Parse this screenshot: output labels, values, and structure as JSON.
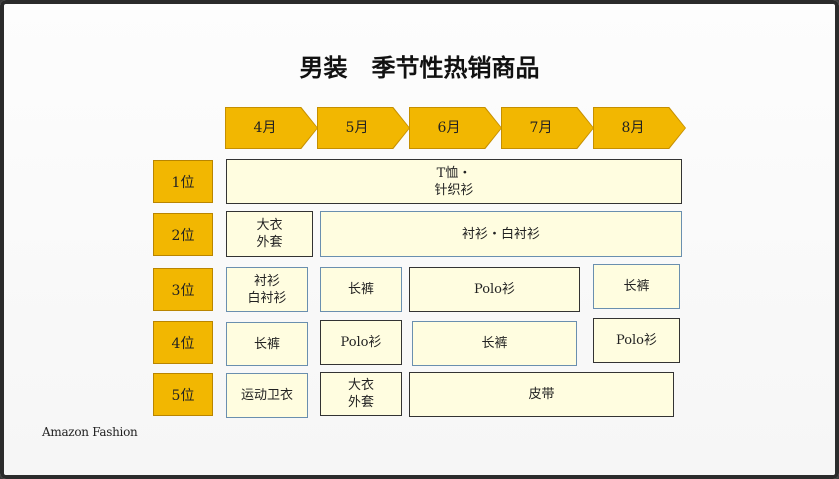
{
  "title": "男装　季节性热销商品",
  "months": [
    "4月",
    "5月",
    "6月",
    "7月",
    "8月"
  ],
  "ranks": [
    "1位",
    "2位",
    "3位",
    "4位",
    "5位"
  ],
  "rows": {
    "r1": {
      "c1": "T恤・\n针织衫"
    },
    "r2": {
      "c1": "大衣\n外套",
      "c2": "衬衫・白衬衫"
    },
    "r3": {
      "c1": "衬衫\n白衬衫",
      "c2": "长裤",
      "c3": "Polo衫",
      "c4": "长裤"
    },
    "r4": {
      "c1": "长裤",
      "c2": "Polo衫",
      "c3": "长裤",
      "c4": "Polo衫"
    },
    "r5": {
      "c1": "运动卫衣",
      "c2": "大衣\n外套",
      "c3": "皮带"
    }
  },
  "logo": "Amazon Fashion",
  "colors": {
    "accent": "#f2b701",
    "cell": "#fffde0"
  }
}
